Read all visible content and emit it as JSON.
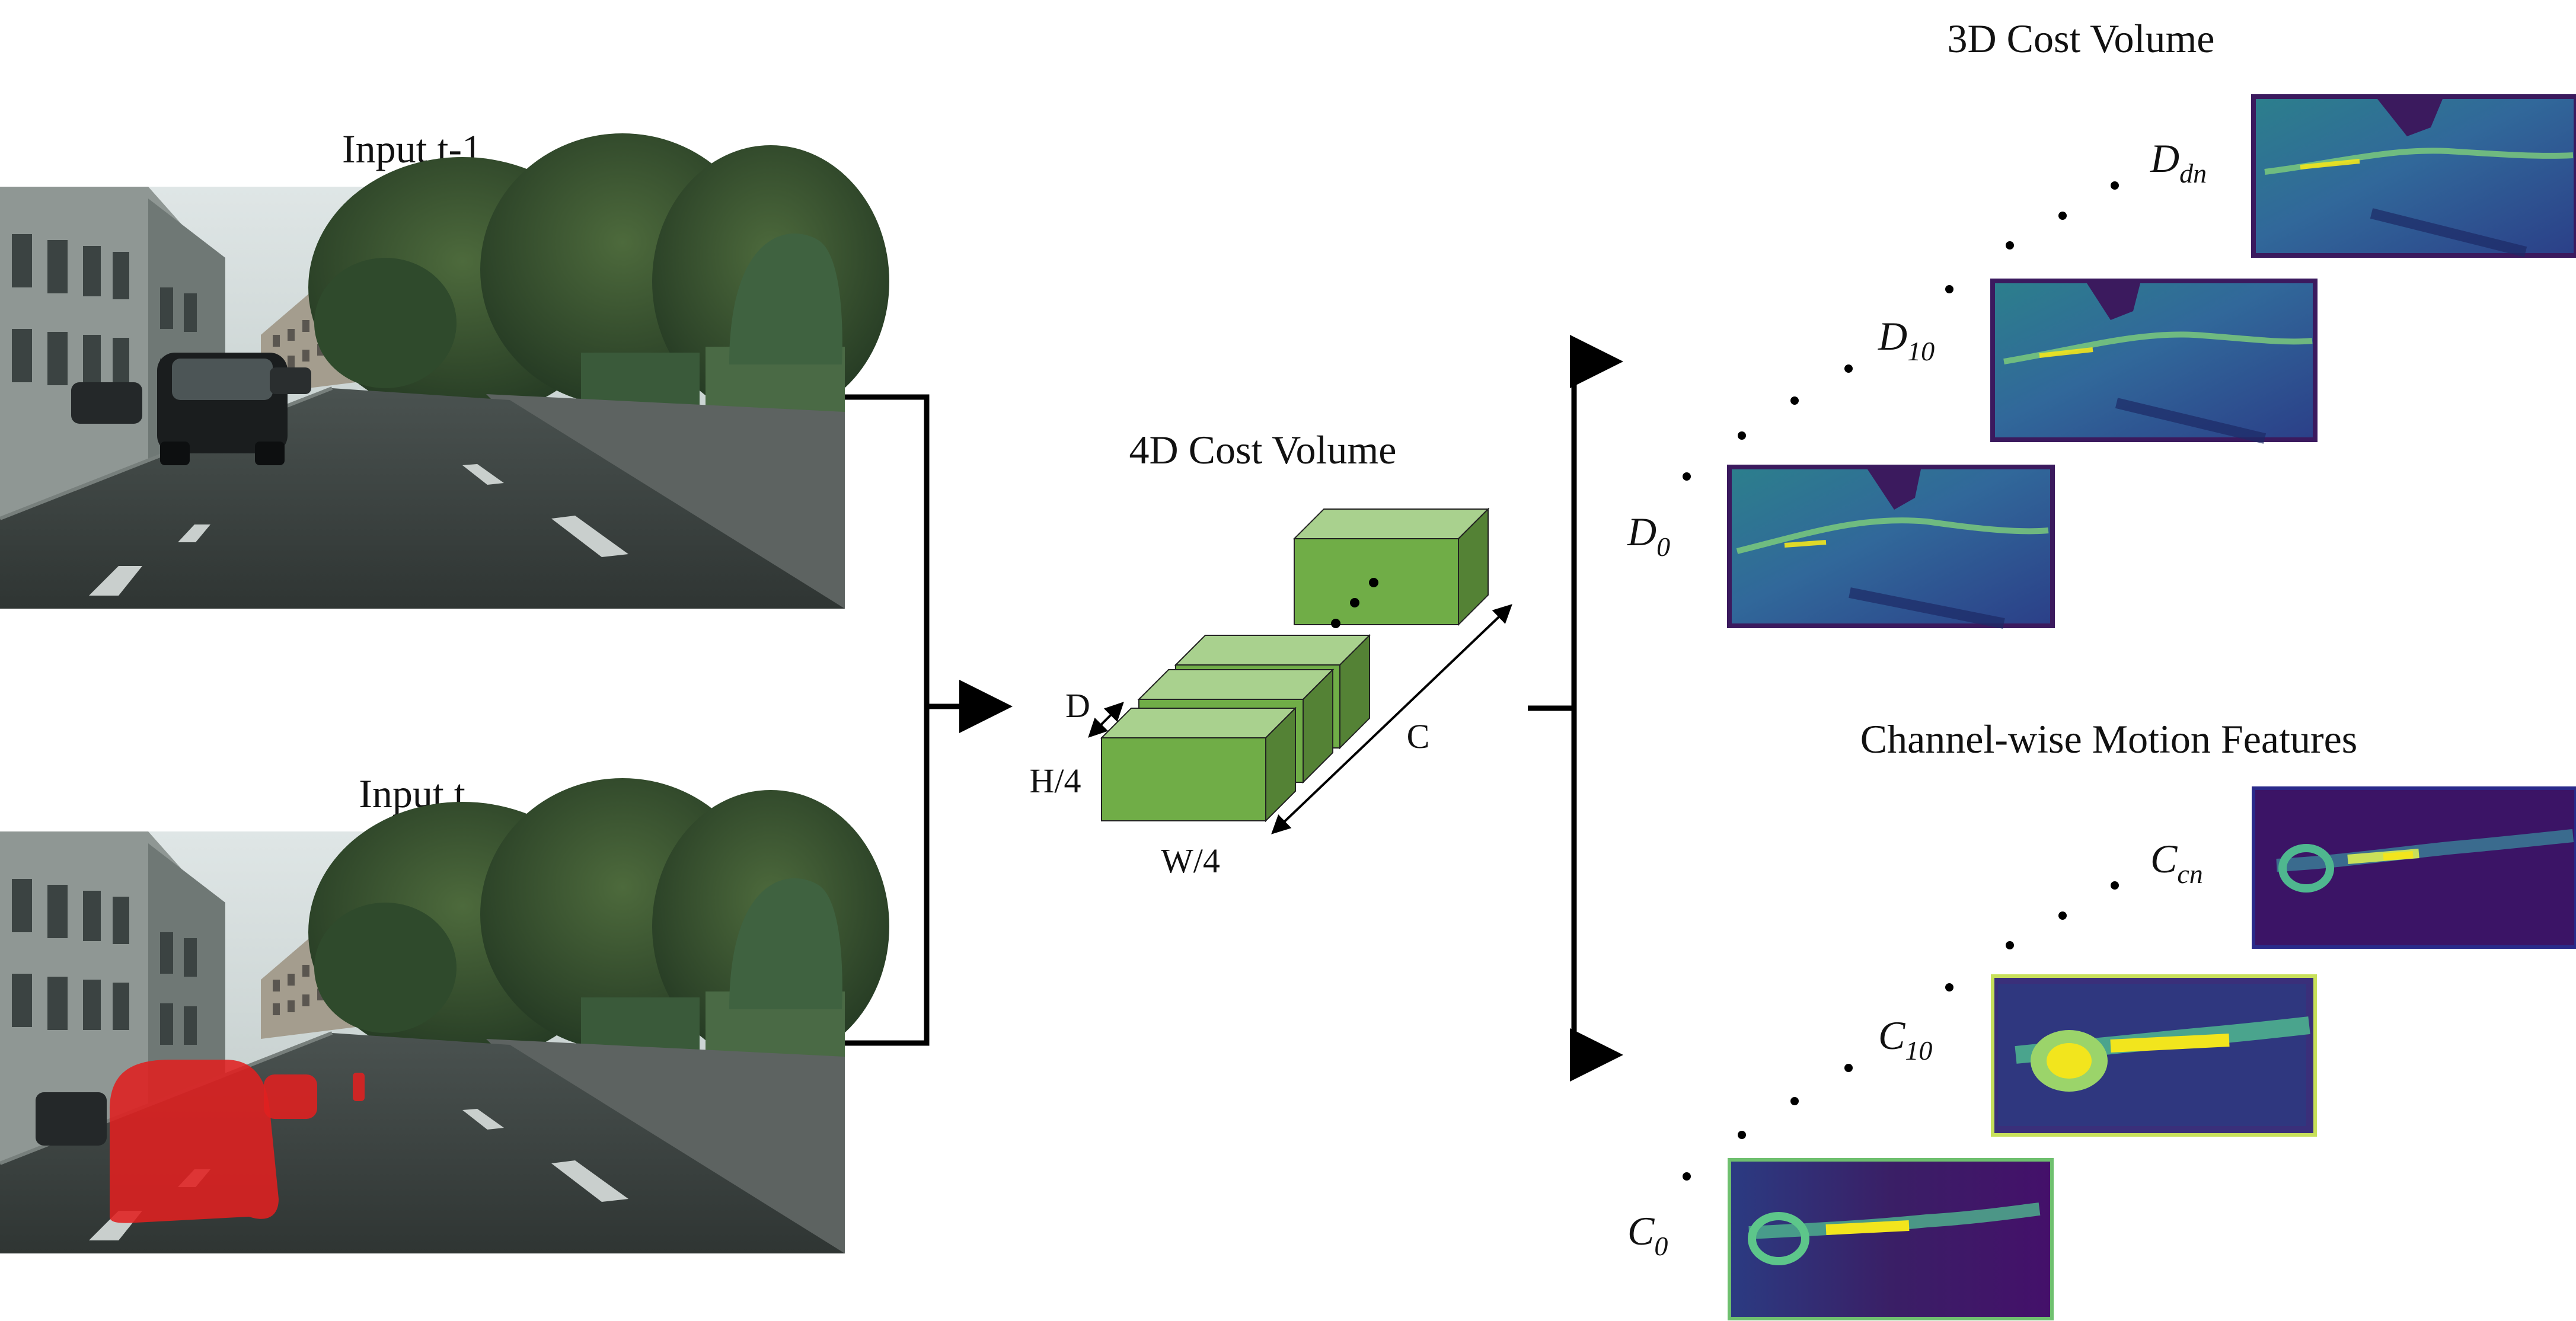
{
  "inputs": {
    "prev_label": "Input t-1",
    "curr_label": "Input t"
  },
  "cost_volume_4d": {
    "title": "4D Cost Volume",
    "dim_d": "D",
    "dim_h": "H/4",
    "dim_w": "W/4",
    "dim_c": "C"
  },
  "cost_volume_3d": {
    "title": "3D Cost Volume",
    "slices": [
      {
        "base": "D",
        "sub": "0"
      },
      {
        "base": "D",
        "sub": "10"
      },
      {
        "base": "D",
        "sub": "dn"
      }
    ]
  },
  "motion_features": {
    "title": "Channel-wise Motion Features",
    "slices": [
      {
        "base": "C",
        "sub": "0"
      },
      {
        "base": "C",
        "sub": "10"
      },
      {
        "base": "C",
        "sub": "cn"
      }
    ]
  },
  "colors": {
    "box_front": "#70ad47",
    "box_top": "#a9d18e",
    "box_side": "#548235",
    "heatmap_bg": "#3b1a5e",
    "heatmap_mid": "#2a8a8c",
    "heatmap_hi": "#f2e51d",
    "car_mask": "#e02020"
  }
}
